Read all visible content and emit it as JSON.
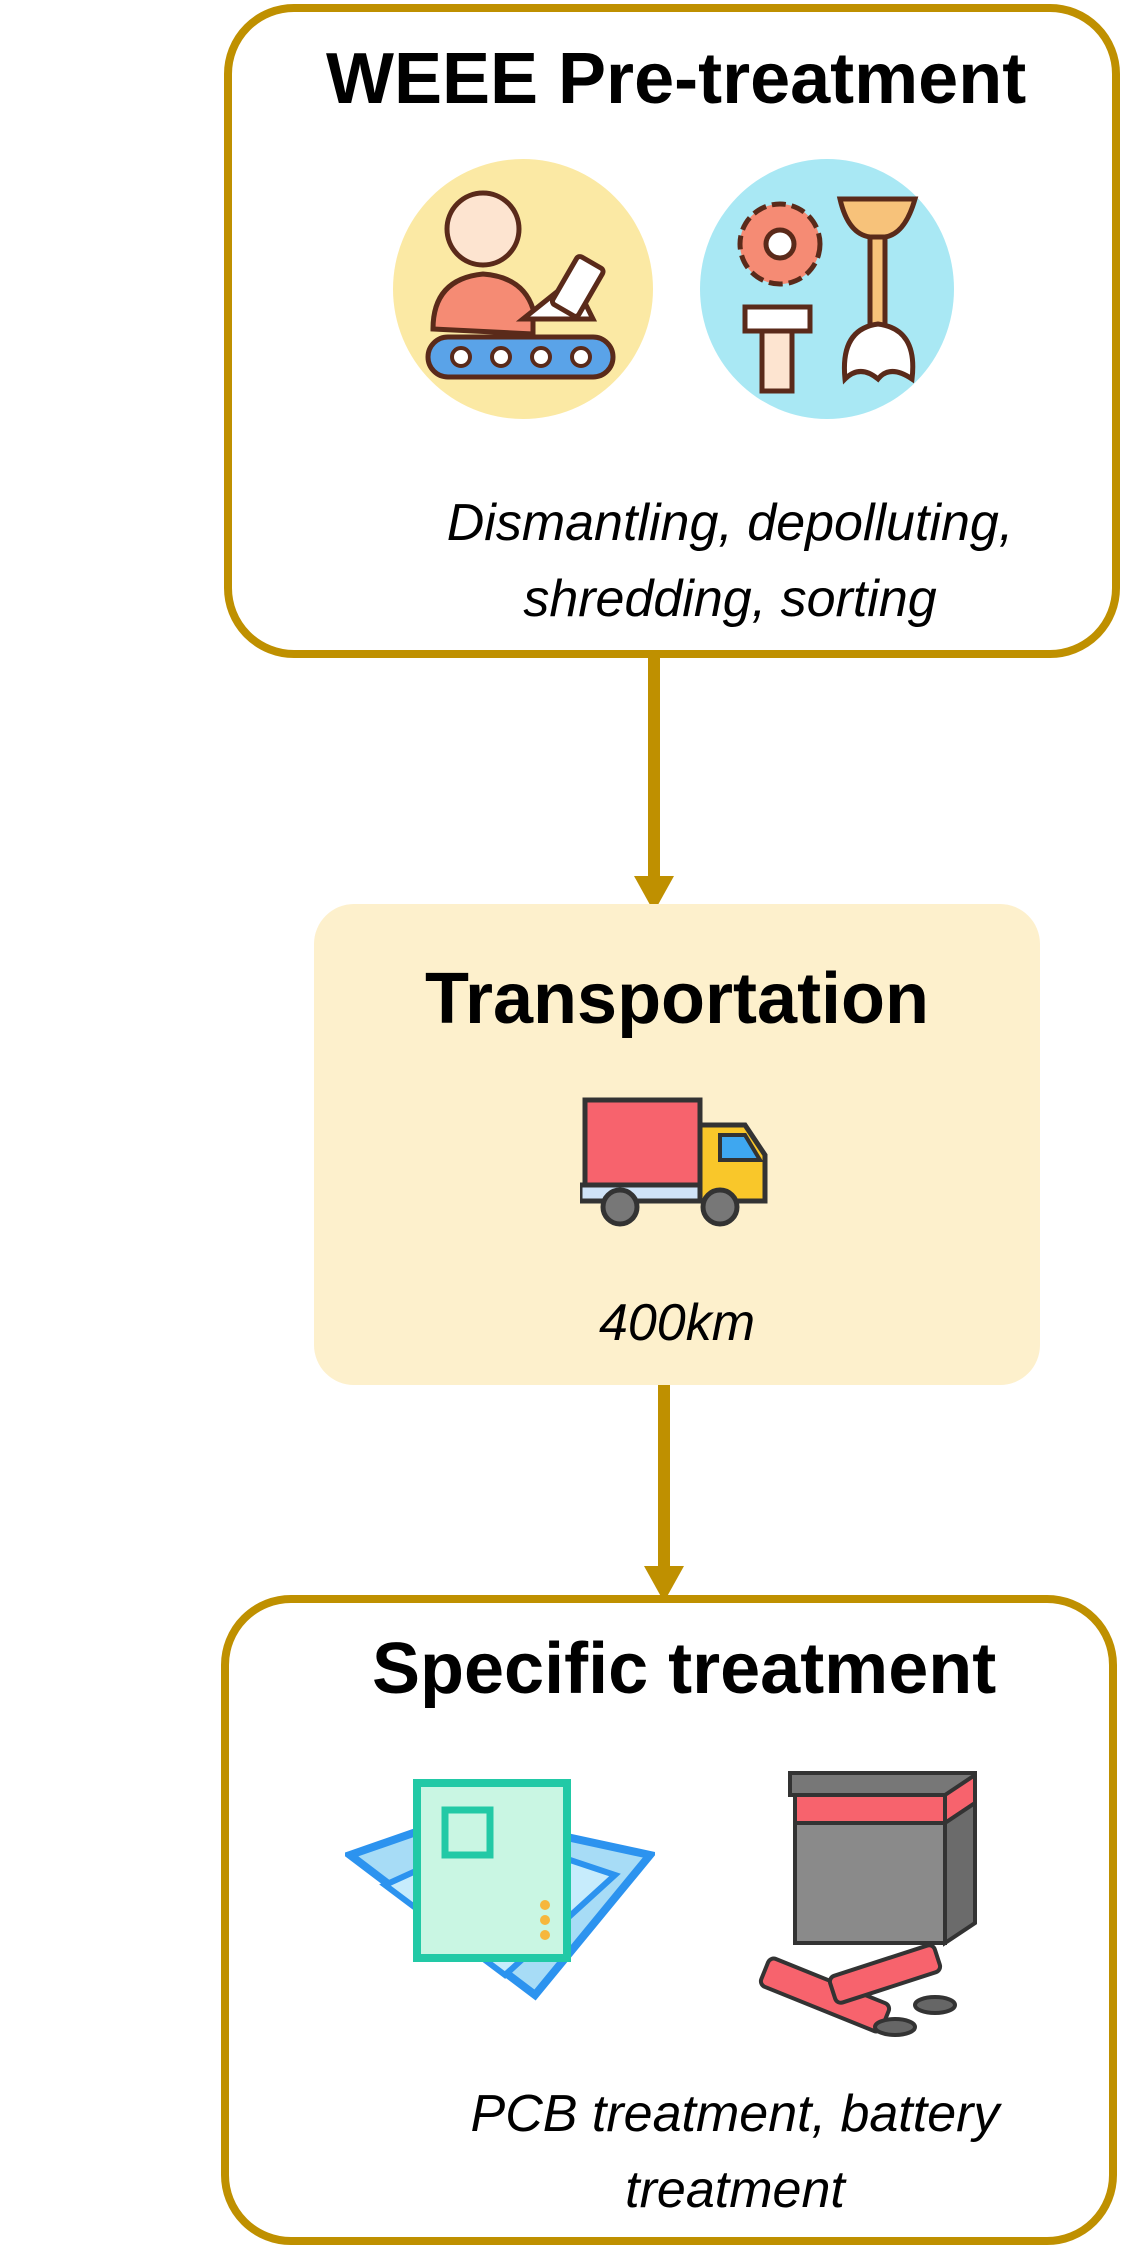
{
  "steps": [
    {
      "title": "WEEE Pre-treatment",
      "desc_lines": [
        "Dismantling, depolluting,",
        "shredding, sorting"
      ],
      "icons": [
        "worker-conveyor-icon",
        "tools-icon"
      ]
    },
    {
      "title": "Transportation",
      "desc_lines": [
        "400km"
      ],
      "icons": [
        "truck-icon"
      ]
    },
    {
      "title": "Specific treatment",
      "desc_lines": [
        "PCB treatment, battery",
        "treatment"
      ],
      "icons": [
        "circuit-board-icon",
        "battery-icon"
      ]
    }
  ],
  "colors": {
    "border": "#bf9000",
    "transport_fill": "#fdf0cc"
  }
}
